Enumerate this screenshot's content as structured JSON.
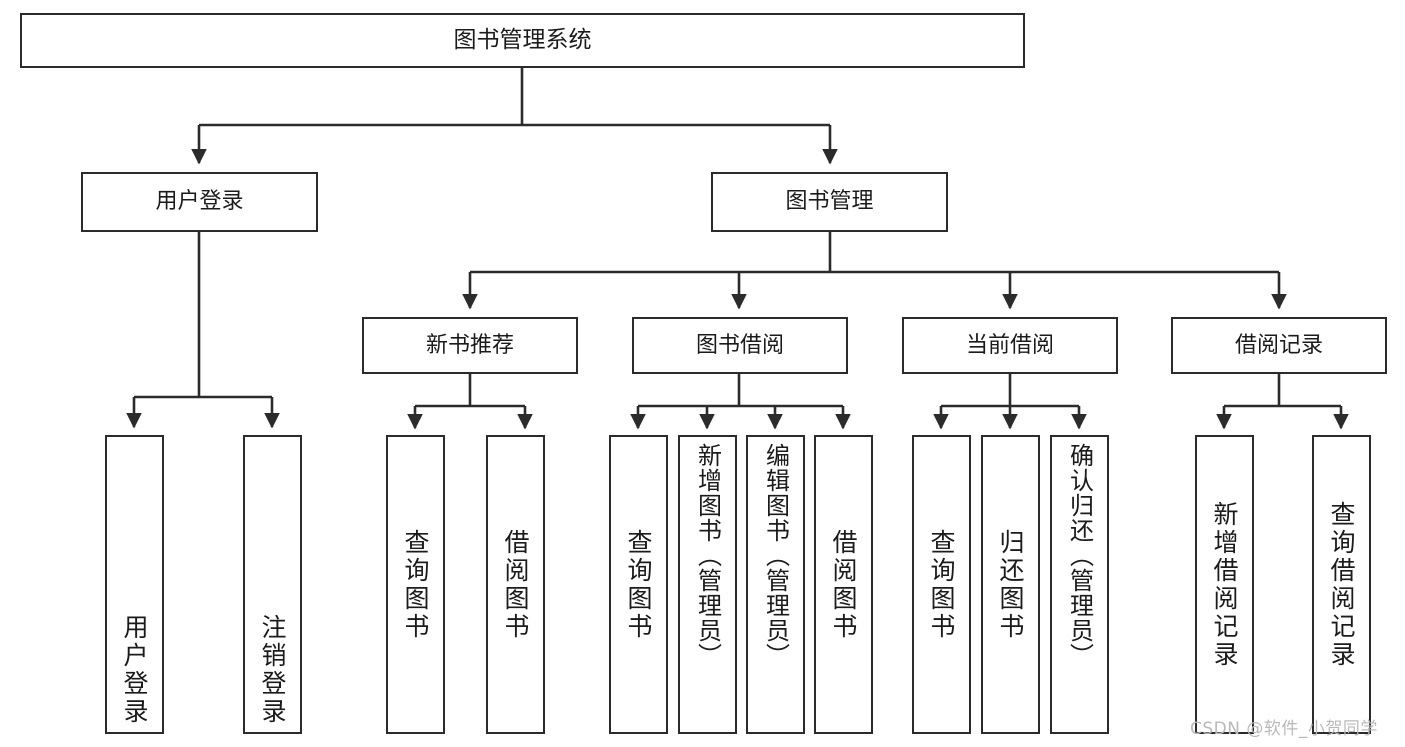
{
  "diagram": {
    "title": "图书管理系统",
    "type": "hierarchy-tree",
    "levels": 4,
    "root": {
      "id": "root",
      "label": "图书管理系统"
    },
    "level2": [
      {
        "id": "user-login",
        "label": "用户登录"
      },
      {
        "id": "book-manage",
        "label": "图书管理"
      }
    ],
    "level3": [
      {
        "id": "new-book-rec",
        "label": "新书推荐",
        "parent": "book-manage"
      },
      {
        "id": "book-borrow",
        "label": "图书借阅",
        "parent": "book-manage"
      },
      {
        "id": "current-borrow",
        "label": "当前借阅",
        "parent": "book-manage"
      },
      {
        "id": "borrow-record",
        "label": "借阅记录",
        "parent": "book-manage"
      }
    ],
    "leaves": [
      {
        "id": "leaf-user-login",
        "label": "用户登录",
        "parent": "user-login"
      },
      {
        "id": "leaf-user-logout",
        "label": "注销登录",
        "parent": "user-login"
      },
      {
        "id": "leaf-query-book-1",
        "label": "查询图书",
        "parent": "new-book-rec"
      },
      {
        "id": "leaf-borrow-book-1",
        "label": "借阅图书",
        "parent": "new-book-rec"
      },
      {
        "id": "leaf-query-book-2",
        "label": "查询图书",
        "parent": "book-borrow"
      },
      {
        "id": "leaf-add-book",
        "label": "新增图书（管理员）",
        "parent": "book-borrow"
      },
      {
        "id": "leaf-edit-book",
        "label": "编辑图书（管理员）",
        "parent": "book-borrow"
      },
      {
        "id": "leaf-borrow-book-2",
        "label": "借阅图书",
        "parent": "book-borrow"
      },
      {
        "id": "leaf-query-book-3",
        "label": "查询图书",
        "parent": "current-borrow"
      },
      {
        "id": "leaf-return-book",
        "label": "归还图书",
        "parent": "current-borrow"
      },
      {
        "id": "leaf-confirm-return",
        "label": "确认归还（管理员）",
        "parent": "current-borrow"
      },
      {
        "id": "leaf-add-record",
        "label": "新增借阅记录",
        "parent": "borrow-record"
      },
      {
        "id": "leaf-query-record",
        "label": "查询借阅记录",
        "parent": "borrow-record"
      }
    ]
  },
  "watermark": {
    "text": "CSDN @软件_小贺同学"
  },
  "colors": {
    "background": "#ffffff",
    "box_border": "#2b2b2b",
    "box_fill": "#ffffff",
    "text": "#1b1b1b",
    "edge": "#2b2b2b",
    "watermark": "#b9b9b9"
  }
}
